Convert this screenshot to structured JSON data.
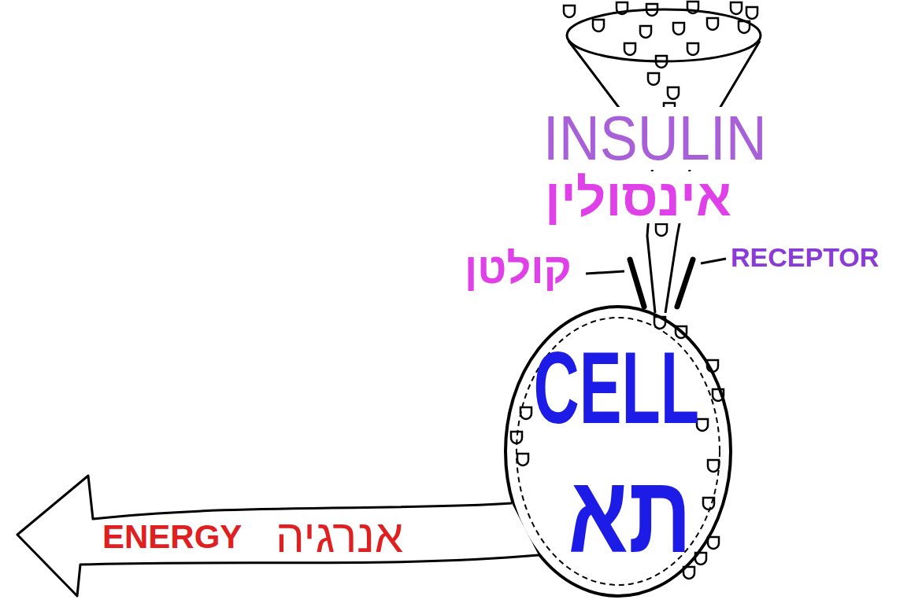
{
  "diagram": {
    "nodes": [
      {
        "text": [
          "CELL",
          "תא"
        ]
      },
      {
        "text": [
          "ENERGY",
          "אנרגיה"
        ]
      }
    ],
    "labels": [
      "INSULIN",
      "אינסולין",
      "קולטן",
      "RECEPTOR"
    ]
  }
}
